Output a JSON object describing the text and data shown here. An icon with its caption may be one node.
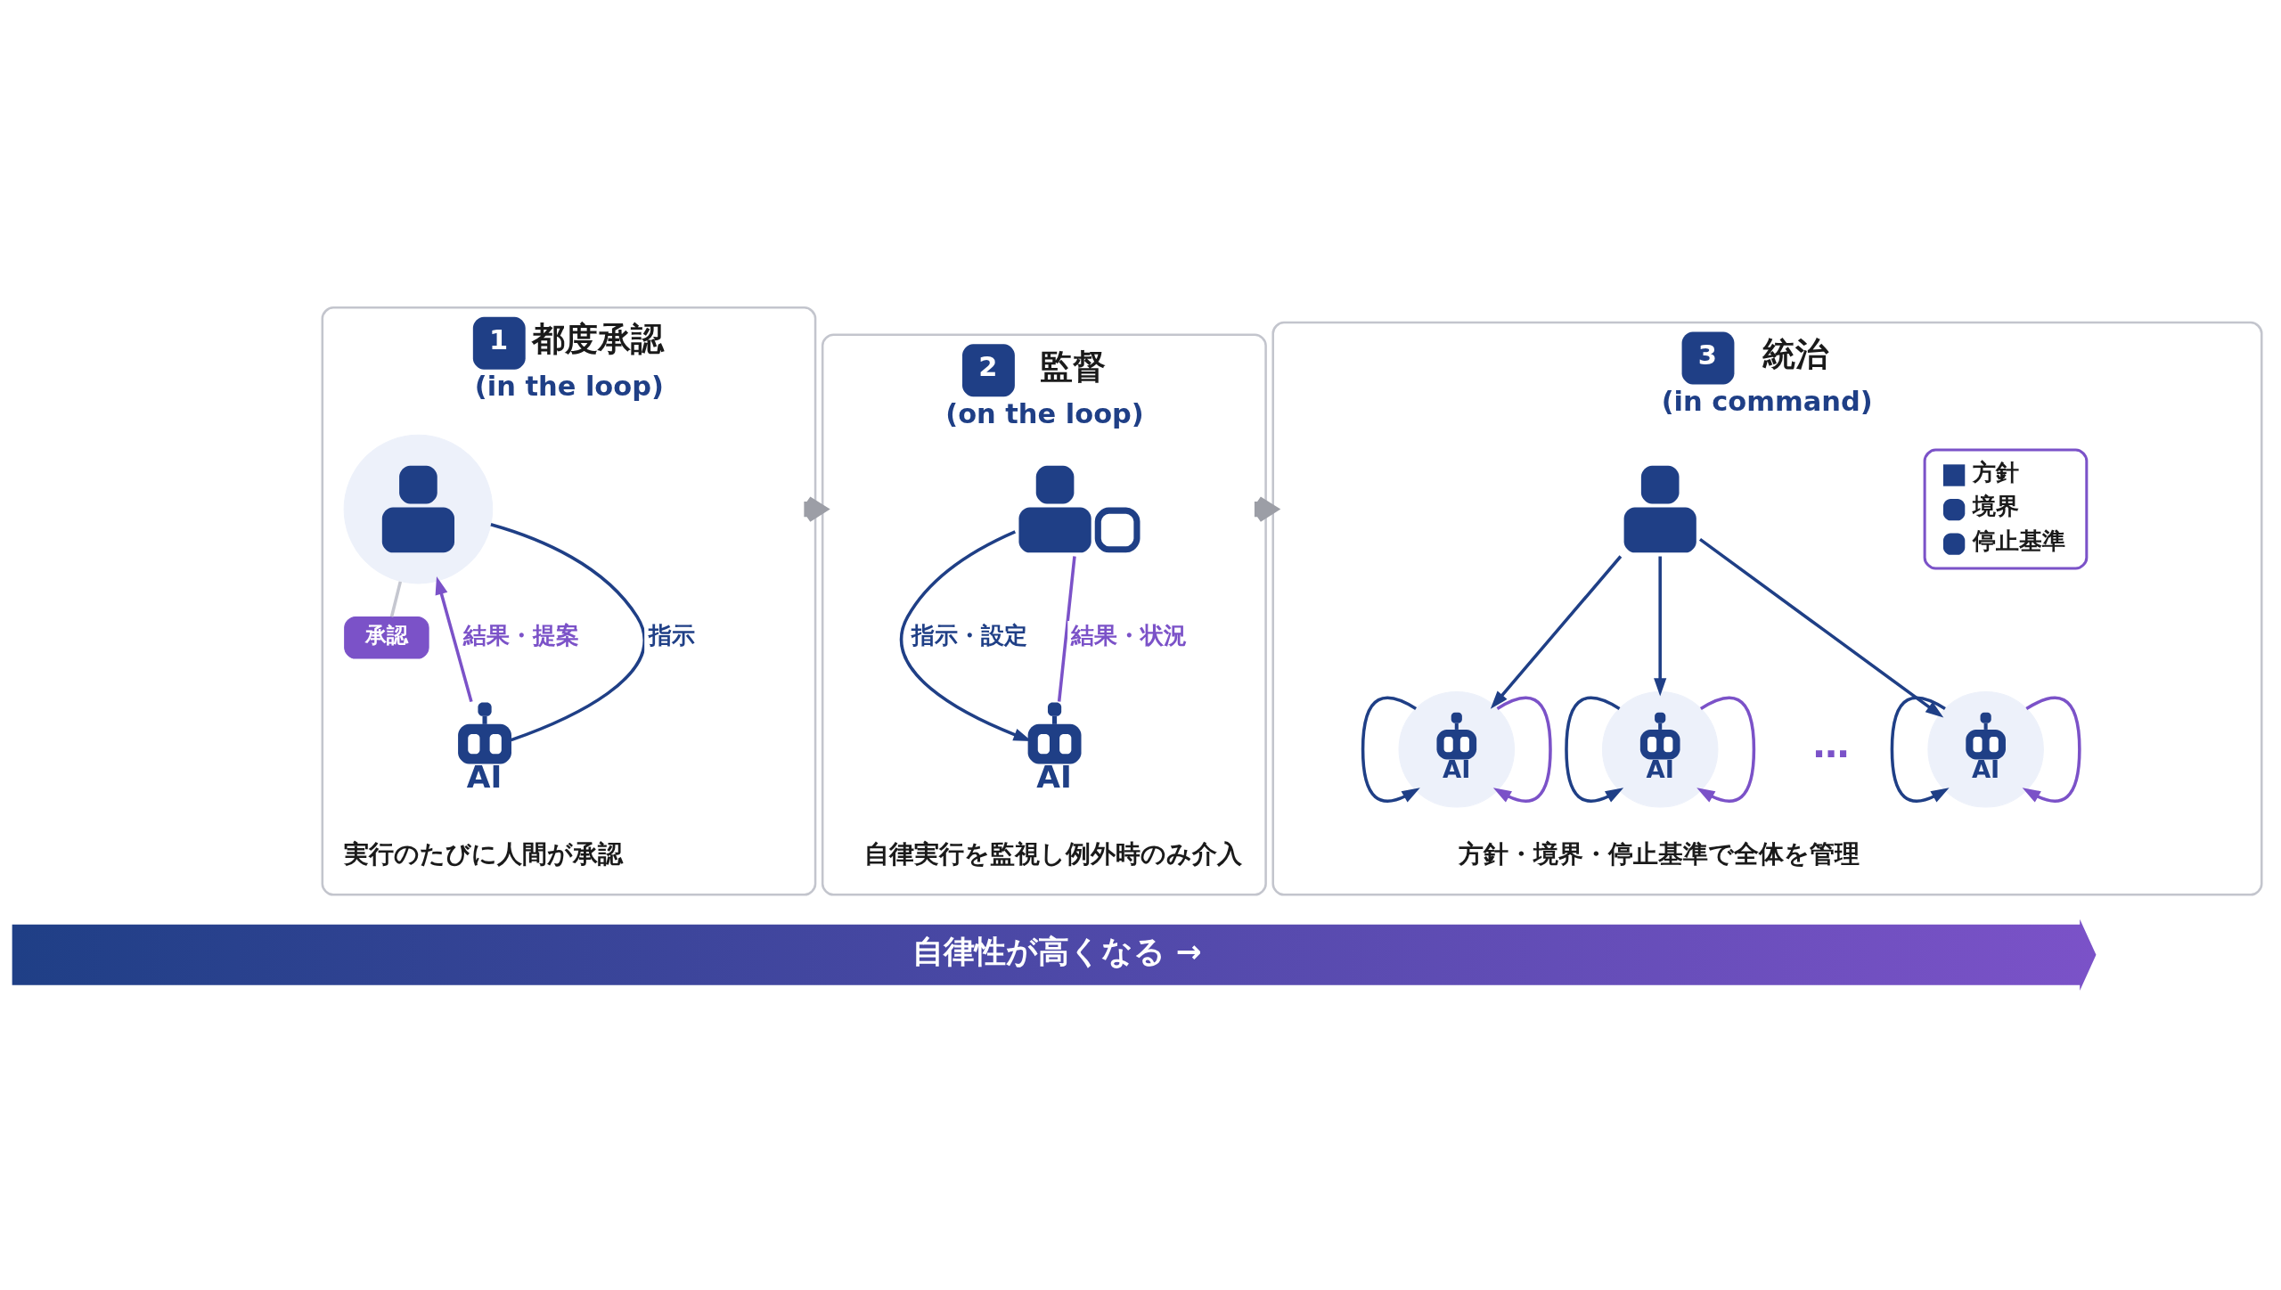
{
  "diagram": {
    "nodes": [
      {
        "text": [
          "1",
          "都度承認",
          "(in the loop)",
          "実行のたびに人間が承認"
        ]
      },
      {
        "text": [],
        "shape": "person",
        "in": 0
      },
      {
        "text": [
          "承認"
        ],
        "in": 0
      },
      {
        "text": [
          "AI"
        ],
        "in": 0
      },
      {
        "text": [
          "2",
          "監督",
          "(on the loop)",
          "自律実行を監視し例外時のみ介入"
        ]
      },
      {
        "text": [],
        "shape": "person",
        "in": 4
      },
      {
        "text": [
          "AI"
        ],
        "in": 4
      },
      {
        "text": [
          "3",
          "統治",
          "(in command)",
          "方針・境界・停止基準で全体を管理"
        ]
      },
      {
        "text": [],
        "shape": "person",
        "in": 7
      },
      {
        "text": [
          "方針",
          "境界",
          "停止基準"
        ],
        "in": 7
      },
      {
        "text": [
          "AI"
        ],
        "in": 7
      },
      {
        "text": [
          "AI"
        ],
        "in": 7
      },
      {
        "text": [
          "AI"
        ],
        "in": 7
      },
      {
        "text": [
          "自律性が高くなる →"
        ]
      }
    ],
    "edges": [
      {
        "from": 1,
        "to": 2,
        "arrow": "none",
        "color": "#c5c7d0"
      },
      {
        "from": 1,
        "to": 3,
        "arrow": "none",
        "label": "指示"
      },
      {
        "from": 3,
        "to": 1,
        "arrow": "to",
        "label": "結果・提案",
        "color": "#7b52c8"
      },
      {
        "from": 0,
        "to": 4,
        "arrow": "to",
        "style": "thick",
        "color": "#9c9ea6"
      },
      {
        "from": 5,
        "to": 6,
        "arrow": "to",
        "label": "指示・設定"
      },
      {
        "from": 6,
        "to": 5,
        "arrow": "none",
        "label": "結果・状況",
        "color": "#7b52c8"
      },
      {
        "from": 4,
        "to": 7,
        "arrow": "to",
        "style": "thick",
        "color": "#9c9ea6"
      },
      {
        "from": 8,
        "to": 10,
        "arrow": "to"
      },
      {
        "from": 8,
        "to": 11,
        "arrow": "to"
      },
      {
        "from": 8,
        "to": 12,
        "arrow": "to"
      },
      {
        "from": 10,
        "to": 10,
        "arrow": "to"
      },
      {
        "from": 10,
        "to": 10,
        "arrow": "to",
        "color": "#7b52c8"
      },
      {
        "from": 11,
        "to": 11,
        "arrow": "to"
      },
      {
        "from": 11,
        "to": 11,
        "arrow": "to",
        "color": "#7b52c8"
      },
      {
        "from": 12,
        "to": 12,
        "arrow": "to"
      },
      {
        "from": 12,
        "to": 12,
        "arrow": "to",
        "color": "#7b52c8"
      }
    ],
    "labels": [
      "…"
    ]
  }
}
